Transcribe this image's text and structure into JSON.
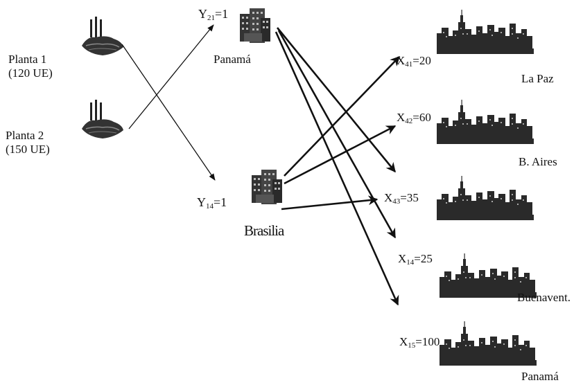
{
  "plants": [
    {
      "name": "Planta 1",
      "capacity": "(120 UE)"
    },
    {
      "name": "Planta 2",
      "capacity": "(150 UE)"
    }
  ],
  "warehouses": [
    {
      "name": "Panamá",
      "var": "Y",
      "sub": "21",
      "value": "=1"
    },
    {
      "name": "Brasilia",
      "var": "Y",
      "sub": "14",
      "value": "=1"
    }
  ],
  "flows": [
    {
      "var": "X",
      "sub": "41",
      "value": "=20"
    },
    {
      "var": "X",
      "sub": "42",
      "value": "=60"
    },
    {
      "var": "X",
      "sub": "43",
      "value": "=35"
    },
    {
      "var": "X",
      "sub": "14",
      "value": "=25"
    },
    {
      "var": "X",
      "sub": "15",
      "value": "=100"
    }
  ],
  "cities": [
    "La Paz",
    "B. Aires",
    "",
    "Buenavent.",
    "Panamá"
  ],
  "icons": {
    "plant": "factory-icon",
    "warehouse": "building-icon",
    "city": "city-skyline-icon"
  }
}
